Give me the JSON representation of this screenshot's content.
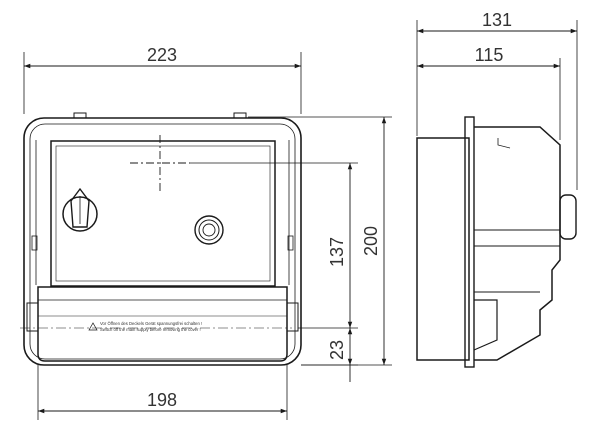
{
  "dimensions": {
    "overall_width": "223",
    "base_width": "198",
    "overall_depth": "131",
    "body_depth": "115",
    "overall_height": "200",
    "mount_height": "137",
    "lid_height": "23"
  },
  "warning_text": {
    "line_de": "Vor Öffnen des Deckels Gerät spannungsfrei schalten !",
    "line_en": "Switch off the main supply before removing the cover !"
  },
  "colors": {
    "line": "#1a1a1a",
    "text": "#333333",
    "background": "#ffffff"
  }
}
